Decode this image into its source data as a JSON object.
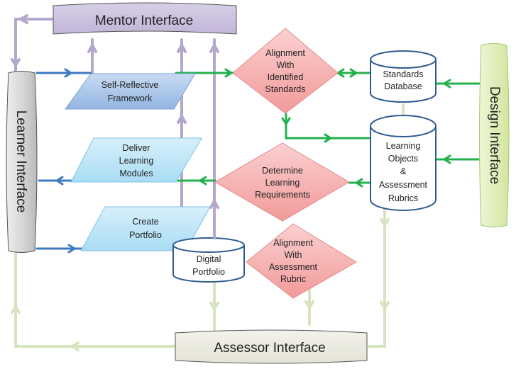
{
  "diagram": {
    "interfaces": {
      "mentor": "Mentor Interface",
      "learner": "Learner Interface",
      "design": "Design Interface",
      "assessor": "Assessor Interface"
    },
    "processes": {
      "self_reflective": [
        "Self-Reflective",
        "Framework"
      ],
      "deliver_modules": [
        "Deliver",
        "Learning",
        "Modules"
      ],
      "create_portfolio": [
        "Create",
        "Portfolio"
      ]
    },
    "decisions": {
      "alignment_standards": [
        "Alignment",
        "With",
        "Identified",
        "Standards"
      ],
      "determine_requirements": [
        "Determine",
        "Learning",
        "Requirements"
      ],
      "alignment_rubric": [
        "Alignment",
        "With",
        "Assessment",
        "Rubric"
      ]
    },
    "databases": {
      "standards": [
        "Standards",
        "Database"
      ],
      "learning_objects": [
        "Learning",
        "Objects",
        "&",
        "Assessment",
        "Rubrics"
      ],
      "digital_portfolio": [
        "Digital",
        "Portfolio"
      ]
    },
    "colors": {
      "mentor_flow": "#b4a7cc",
      "learner_flow": "#3d78c2",
      "design_flow": "#22b14c",
      "assessor_flow": "#d6e4c0",
      "mentor_fill": "#cbbfdc",
      "learner_fill": "#c8c8c8",
      "design_fill": "#dcecb4",
      "assessor_fill": "#ecebe0",
      "decision_fill": "#f4a9a9",
      "process_fill": "#bde3f4",
      "process_fill_top": "#a9c6ea",
      "db_stroke": "#2e5b94"
    }
  }
}
